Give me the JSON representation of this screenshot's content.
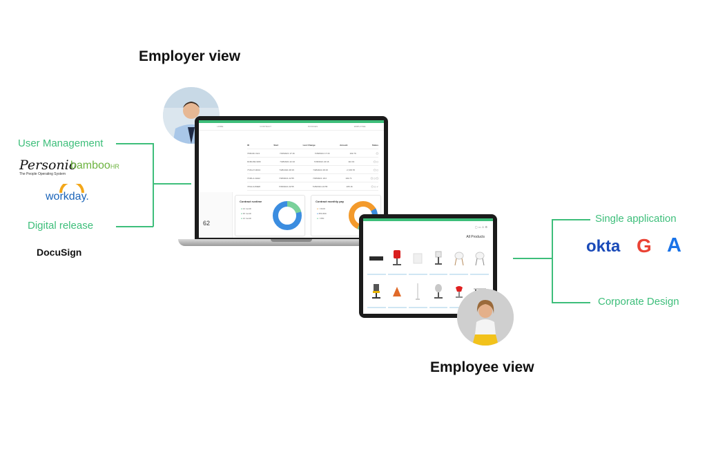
{
  "headings": {
    "employer": "Employer view",
    "employee": "Employee view"
  },
  "left": {
    "user_management": "User Management",
    "digital_release": "Digital release",
    "logos": {
      "personio": "Personio",
      "personio_tagline": "The People Operating System",
      "bamboohr_a": "bamboo",
      "bamboohr_b": "HR",
      "workday": "workday.",
      "docusign": "DocuSign"
    }
  },
  "right": {
    "single_application": "Single application",
    "corporate_design": "Corporate Design",
    "logos": {
      "okta": "okta",
      "google": "G",
      "azure": "A"
    }
  },
  "laptop": {
    "nav": [
      "HOME",
      "CONTRACT",
      "INVOICES",
      "EMPLOYEE"
    ],
    "table_headers": [
      "ID",
      "Start",
      "Last Change",
      "Amount",
      "Status"
    ],
    "table_rows": [
      [
        "7D6C4F-VH3",
        "7/28/2021 17:16",
        "7/28/2021 17:16",
        "102.79"
      ],
      [
        "9C6D-B4-W96",
        "7/28/2021 22:16",
        "7/28/2021 22:16",
        "112.19"
      ],
      [
        "7726-47-9KF2",
        "7/28/2021 08:15",
        "7/28/2021 08:15",
        "2,728.78"
      ],
      [
        "7C8A-2-4HH2",
        "7/28/2021 22:55",
        "7/28/2021 19:2",
        "102.71"
      ],
      [
        "74S4-0-4WE8",
        "7/28/2021 22:55",
        "7/28/2021 22:55",
        "105.16"
      ]
    ],
    "partial_value": "62",
    "card1": {
      "title": "Contract runtime",
      "legend": [
        "24 month",
        "36 month",
        "12 month"
      ]
    },
    "card2": {
      "title": "Contract monthly pay",
      "legend": [
        "> €100",
        "€50-€99",
        "< €50"
      ]
    }
  },
  "tablet": {
    "title": "All Products"
  },
  "colors": {
    "accent": "#3dbe7a",
    "okta": "#1a4ab8",
    "azure": "#1a73e8"
  }
}
